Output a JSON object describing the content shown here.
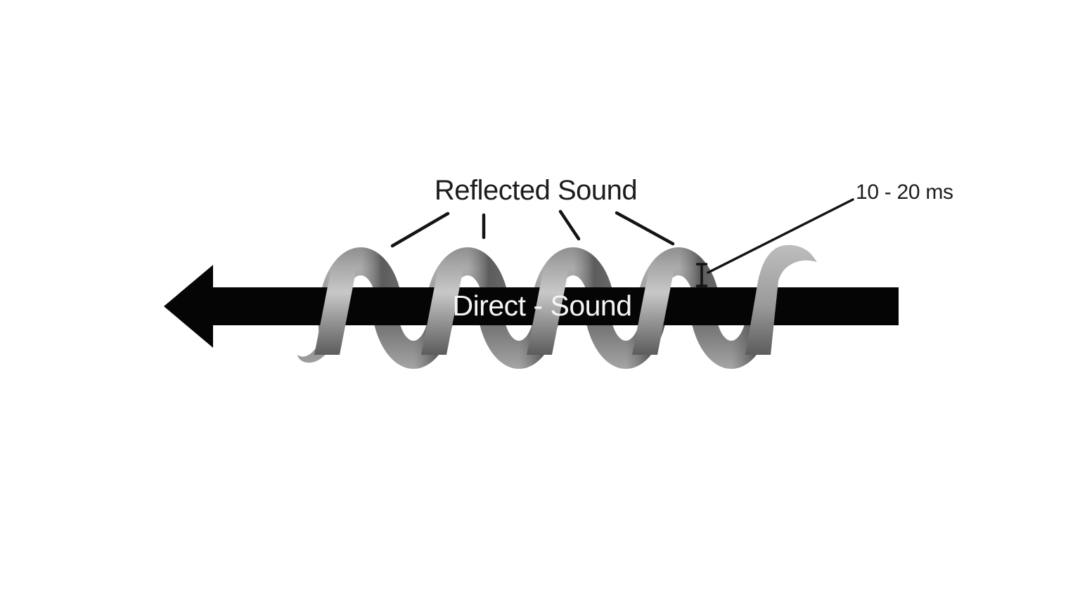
{
  "diagram": {
    "reflected_label": "Reflected Sound",
    "direct_label": "Direct - Sound",
    "delay_label": "10 - 20 ms"
  },
  "colors": {
    "background": "#ffffff",
    "arrow": "#050505",
    "pointer_line": "#141414",
    "label_text": "#1c1c1c",
    "direct_text": "#f5f5f5",
    "ribbon_highlight": "#c8c8c8",
    "ribbon_mid": "#9a9a9a",
    "ribbon_shadow": "#555555"
  },
  "icons": {
    "helix": "sound-wave-helix",
    "arrow": "direct-sound-arrow-left",
    "marker": "delay-interval-marker"
  }
}
